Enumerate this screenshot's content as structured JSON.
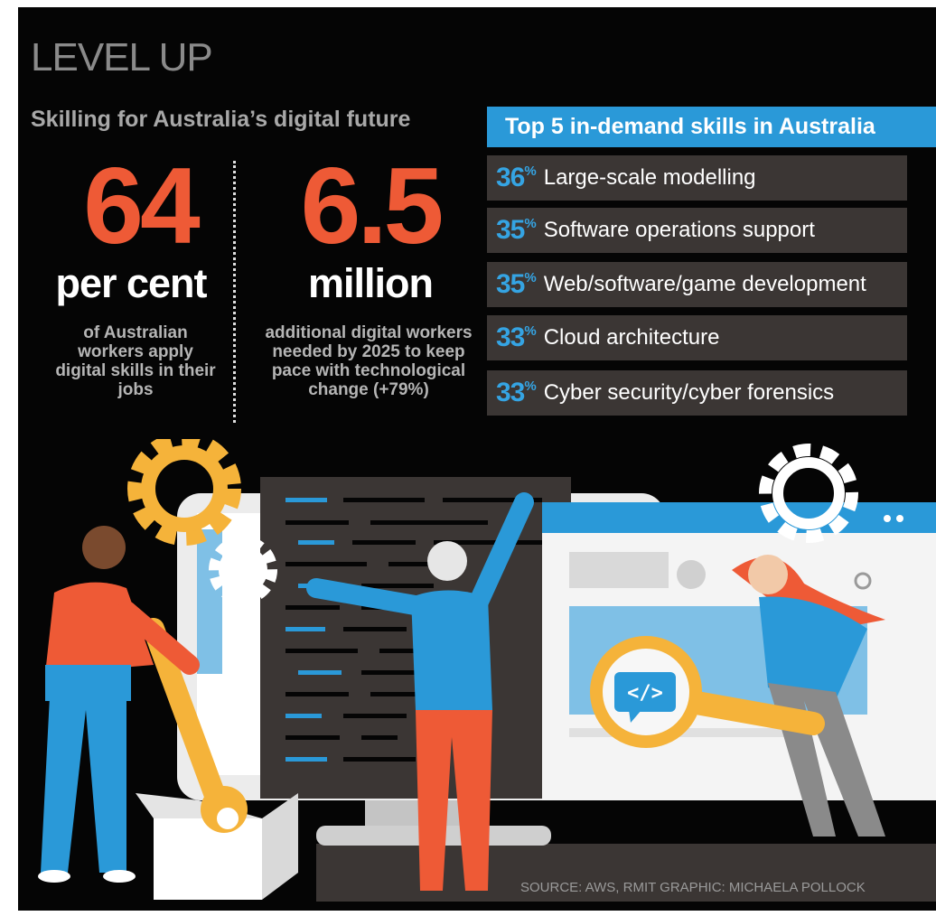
{
  "title": "LEVEL UP",
  "subtitle": "Skilling for Australia’s digital future",
  "stats": [
    {
      "number": "64",
      "unit": "per cent",
      "description": "of Australian workers apply digital skills in their jobs"
    },
    {
      "number": "6.5",
      "unit": "million",
      "description": "additional digital workers needed by 2025 to keep pace with technological change  (+79%)"
    }
  ],
  "skills": {
    "header": "Top 5 in-demand skills in Australia",
    "items": [
      {
        "pct": "36",
        "symbol": "%",
        "label": "Large-scale modelling"
      },
      {
        "pct": "35",
        "symbol": "%",
        "label": "Software operations support"
      },
      {
        "pct": "35",
        "symbol": "%",
        "label": "Web/software/game development"
      },
      {
        "pct": "33",
        "symbol": "%",
        "label": "Cloud architecture"
      },
      {
        "pct": "33",
        "symbol": "%",
        "label": "Cyber security/cyber forensics"
      }
    ]
  },
  "source": "SOURCE: AWS, RMIT   GRAPHIC: MICHAELA POLLOCK",
  "code_icon": "</>",
  "colors": {
    "accent_orange": "#ee5a36",
    "accent_blue": "#2a99d8",
    "row_bg": "#3b3634",
    "gear_yellow": "#f5b33a"
  },
  "icons": [
    "gear-icon",
    "code-bubble-icon",
    "magnifier-icon",
    "wrench-icon",
    "box-icon"
  ]
}
